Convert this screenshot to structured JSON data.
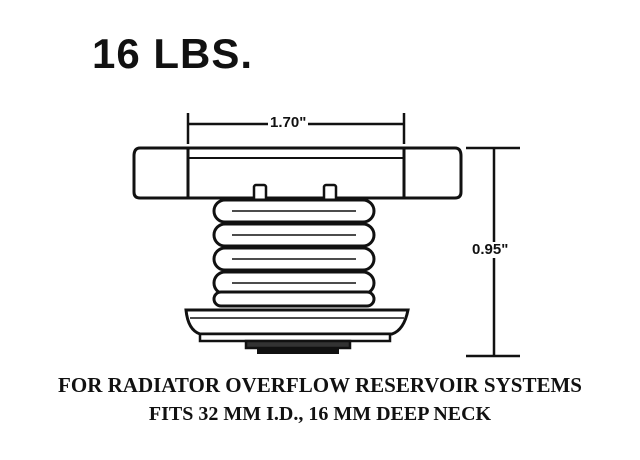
{
  "pressure_rating": "16 LBS.",
  "dimensions": {
    "width": "1.70\"",
    "height": "0.95\""
  },
  "caption": {
    "line1": "FOR RADIATOR OVERFLOW RESERVOIR SYSTEMS",
    "line2": "FITS 32 MM I.D., 16 MM DEEP NECK"
  },
  "colors": {
    "ink": "#111111",
    "paper": "#ffffff"
  }
}
